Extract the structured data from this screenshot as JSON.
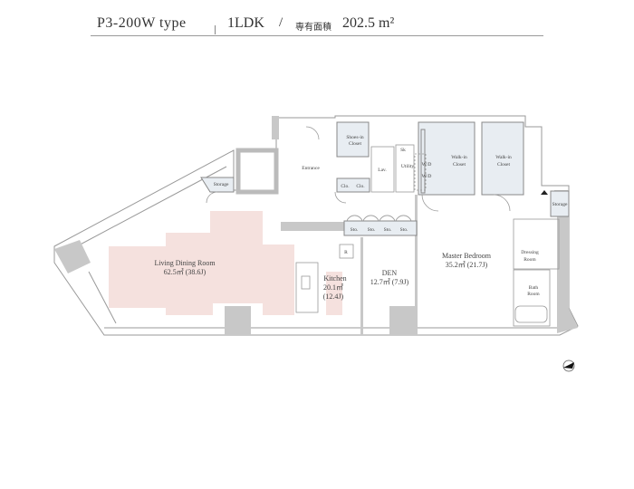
{
  "header": {
    "type": "P3-200W type",
    "layout": "1LDK",
    "slash": "/",
    "area_label": "専有面積",
    "area_value": "202.5",
    "area_unit": "m²"
  },
  "rooms": {
    "ldr_name": "Living Dining Room",
    "ldr_area": "62.5㎡ (38.6J)",
    "kitchen_name": "Kitchen",
    "kitchen_area": "20.1㎡",
    "kitchen_j": "(12.4J)",
    "den_name": "DEN",
    "den_area": "12.7㎡ (7.9J)",
    "master_name": "Master Bedroom",
    "master_area": "35.2㎡ (21.7J)",
    "entrance": "Entrance",
    "storage": "Storage",
    "storage2": "Storage",
    "shoes1": "Shoes-in",
    "shoes2": "Closet",
    "lav": "Lav.",
    "utility": "Utility",
    "sk": "Sk",
    "wd1": "W/D",
    "wd2": "W/D",
    "clo1": "Clo.",
    "clo2": "Clo.",
    "wic_a1": "Walk-in",
    "wic_a2": "Closet",
    "wic_b1": "Walk-in",
    "wic_b2": "Closet",
    "sto": [
      "Sto.",
      "Sto.",
      "Sto.",
      "Sto."
    ],
    "dressing1": "Dressing",
    "dressing2": "Room",
    "bath1": "Bath",
    "bath2": "Room",
    "r": "R"
  },
  "colors": {
    "wall": "#c8c8c8",
    "closet": "#e8edf2",
    "ldr": "#f5e1de",
    "line": "#888888"
  }
}
